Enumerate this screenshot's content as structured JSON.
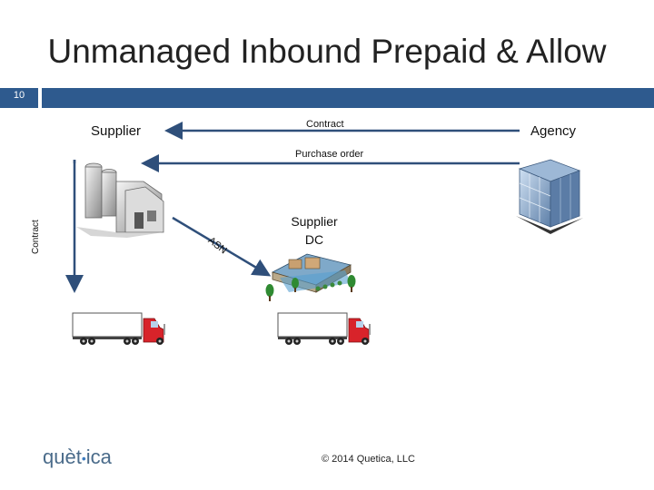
{
  "slide": {
    "title": "Unmanaged Inbound Prepaid & Allow",
    "number": "10"
  },
  "nodes": {
    "supplier": "Supplier",
    "agency": "Agency",
    "supplier_dc": "Supplier DC"
  },
  "arrows": {
    "contract_top": "Contract",
    "purchase_order": "Purchase order",
    "contract_side": "Contract",
    "asn": "ASN"
  },
  "footer": {
    "logo_main": "quèt",
    "logo_dot": "•",
    "logo_end": "ica",
    "copyright": "© 2014 Quetica, LLC"
  },
  "colors": {
    "accent_bar": "#2e5a8e",
    "truck_cab": "#d8232a",
    "arrow": "#2f4f7a"
  },
  "icons": [
    "factory-icon",
    "office-building-icon",
    "distribution-center-icon",
    "truck-icon"
  ]
}
